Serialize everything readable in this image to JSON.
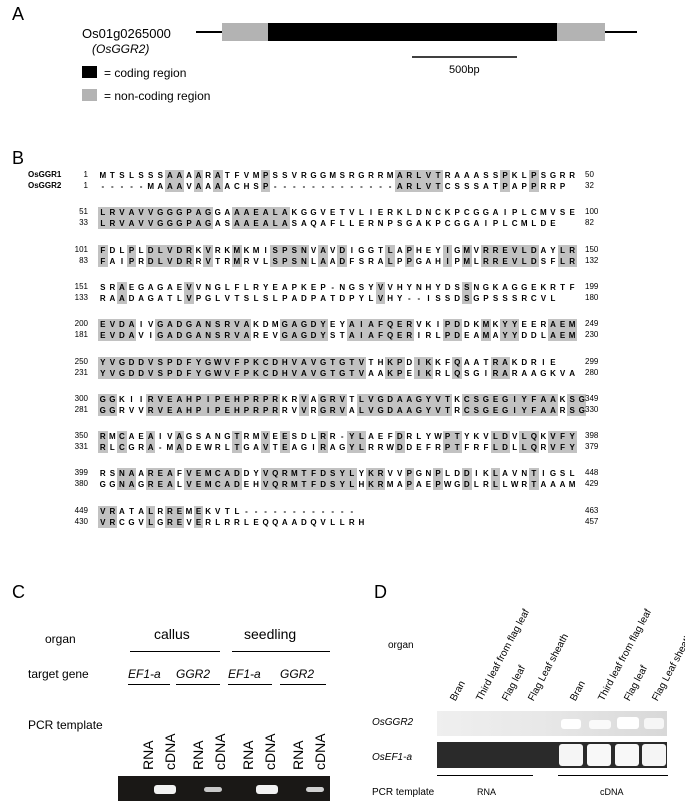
{
  "panel_a": {
    "label": "A",
    "gene_id": "Os01g0265000",
    "gene_name": "(OsGGR2)",
    "scale_label": "500bp",
    "legend": [
      {
        "color": "#000000",
        "text": "= coding region"
      },
      {
        "color": "#b3b3b3",
        "text": "= non-coding region"
      }
    ]
  },
  "panel_b": {
    "label": "B",
    "blocks": [
      {
        "rows": [
          {
            "name": "OsGGR1",
            "start": "1",
            "seq": "MTSLSSSAAAARATFVMPSSVRGGMSRGRRMARLVTRAAASSPKLPSGRR",
            "end": "50"
          },
          {
            "name": "OsGGR2",
            "start": "1",
            "seq": "-----MAAAVAAAACHSP-------------ARLVTCSSSATPAPPRRP",
            "end": "32"
          }
        ]
      },
      {
        "rows": [
          {
            "name": "",
            "start": "51",
            "seq": "LRVAVVGGGPAGGAAAEALAKGGVETVLIERKLDNCKPCGGAIPLCMVSE",
            "end": "100"
          },
          {
            "name": "",
            "start": "33",
            "seq": "LRVAVVGGGPAGASAAEALASAQAFLLERNPSGAKPCGGAIPLCMLDE",
            "end": "82"
          }
        ]
      },
      {
        "rows": [
          {
            "name": "",
            "start": "101",
            "seq": "FDLPLDLVDRKVRKMKMISPSNVAVDIGGTLAPHEYIGMVRREVLDAYLR",
            "end": "150"
          },
          {
            "name": "",
            "start": "83",
            "seq": "FAIPRDLVDRRVTRMRVLSPSNLAADFSRALPPGAHIPMLRREVLDSFLR",
            "end": "132"
          }
        ]
      },
      {
        "rows": [
          {
            "name": "",
            "start": "151",
            "seq": "SRAEGAGAEVVNGLFLRYEAPKEP-NGSYVVHYNHYDSSNGKAGGEKRTF",
            "end": "199"
          },
          {
            "name": "",
            "start": "133",
            "seq": "RAADAGATLVPGLVTSLSLPADPATDPYLVHY--ISSDSGPSSSRCVL",
            "end": "180"
          }
        ]
      },
      {
        "rows": [
          {
            "name": "",
            "start": "200",
            "seq": "EVDAIVGADGANSRVAKDMGAGDYEYAIAFQERVKIPDDKMKYYEERAEM",
            "end": "249"
          },
          {
            "name": "",
            "start": "181",
            "seq": "EVDAVIGADGANSRVAREVGAGDYSTAIAFQERIRLPDEAMAYYDDLAEM",
            "end": "230"
          }
        ]
      },
      {
        "rows": [
          {
            "name": "",
            "start": "250",
            "seq": "YVGDDVSPDFYGWVFPKCDHVAVGTGTVTHKPDIKKFQAATRAKDRIE",
            "end": "299"
          },
          {
            "name": "",
            "start": "231",
            "seq": "YVGDDVSPDFYGWVFPKCDHVAVGTGTVAAKPEIKRLQSGIRARAAGKVA",
            "end": "280"
          }
        ]
      },
      {
        "rows": [
          {
            "name": "",
            "start": "300",
            "seq": "GGKIIRVEAHPIPEHPRPRKRVAGRVTLVGDAAGYVTKCSGEGIYFAAKSG",
            "end": "349"
          },
          {
            "name": "",
            "start": "281",
            "seq": "GGRVVRVEAHPIPEHPRPRRVVRGRVALVGDAAGYVTRCSGEGIYFAARSG",
            "end": "330"
          }
        ]
      },
      {
        "rows": [
          {
            "name": "",
            "start": "350",
            "seq": "RMCAEAIVAGSANGTRMVEESDLRR-YLAEFDRLYWPTYKVLDVLQKVFY",
            "end": "398"
          },
          {
            "name": "",
            "start": "331",
            "seq": "RLCGRA-MADEWRLTGAVTEAGIRAGYLRRWDDEFRPTFRFLDLLQRVFY",
            "end": "379"
          }
        ]
      },
      {
        "rows": [
          {
            "name": "",
            "start": "399",
            "seq": "RSNAAREAFVEMCADDYVQRMTFDSYLYKRVVPGNPLDDIKLAVNTIGSL",
            "end": "448"
          },
          {
            "name": "",
            "start": "380",
            "seq": "GGNAGREALVEMCADEHVQRMTFDSYLHKRMAPAEPWGDLRLLWRTAAAM",
            "end": "429"
          }
        ]
      },
      {
        "rows": [
          {
            "name": "",
            "start": "449",
            "seq": "VRATALRREMEKVTL------------",
            "end": "463"
          },
          {
            "name": "",
            "start": "430",
            "seq": "VRCGVLGREVERLRRLEQQAADQVLLRH",
            "end": "457"
          }
        ]
      }
    ]
  },
  "panel_c": {
    "label": "C",
    "row_labels": {
      "organ": "organ",
      "target_gene": "target gene",
      "pcr_template": "PCR template"
    },
    "organs": [
      "callus",
      "seedling"
    ],
    "genes": [
      "EF1-a",
      "GGR2",
      "EF1-a",
      "GGR2"
    ],
    "templates": [
      "RNA",
      "cDNA",
      "RNA",
      "cDNA",
      "RNA",
      "cDNA",
      "RNA",
      "cDNA"
    ]
  },
  "panel_d": {
    "label": "D",
    "organ_label": "organ",
    "lanes": [
      "Bran",
      "Third leaf from flag leaf",
      "Flag leaf",
      "Flag Leaf sheath",
      "Bran",
      "Third leaf from flag leaf",
      "Flag leaf",
      "Flag Leaf sheath"
    ],
    "gel_labels": [
      "OsGGR2",
      "OsEF1-a"
    ],
    "template_label": "PCR template",
    "templates": [
      "RNA",
      "cDNA"
    ]
  }
}
